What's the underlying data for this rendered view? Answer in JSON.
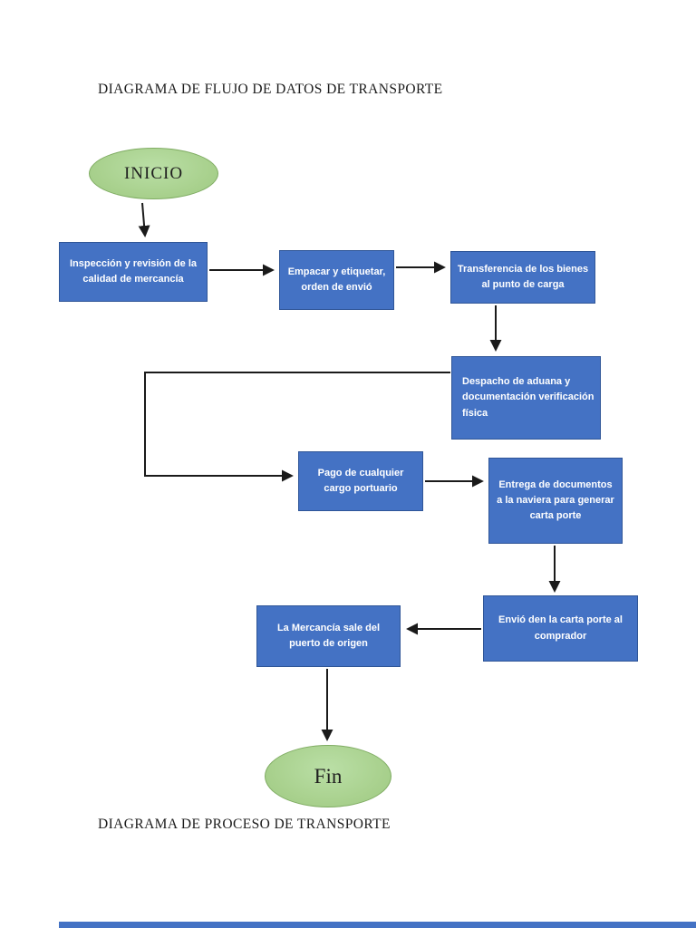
{
  "page": {
    "top_title": "DIAGRAMA DE FLUJO DE DATOS DE TRANSPORTE",
    "bottom_title": "DIAGRAMA DE PROCESO DE TRANSPORTE"
  },
  "flowchart": {
    "start": {
      "label": "INICIO"
    },
    "end": {
      "label": "Fin"
    },
    "steps": [
      {
        "label": "Inspección y revisión de la calidad de mercancía"
      },
      {
        "label": "Empacar y etiquetar, orden de envió"
      },
      {
        "label": "Transferencia de los bienes al punto de carga"
      },
      {
        "label": "Despacho de aduana y documentación verificación física"
      },
      {
        "label": "Pago de cualquier cargo portuario"
      },
      {
        "label": "Entrega de documentos a la naviera para generar carta porte"
      },
      {
        "label": "Envió den la carta porte al comprador"
      },
      {
        "label": "La Mercancía sale del puerto de origen"
      }
    ]
  },
  "colors": {
    "box_fill": "#4472C4",
    "box_border": "#2F5597",
    "terminal_fill": "#A9D18E",
    "terminal_border": "#7FAC62",
    "connector": "#1A1A1A",
    "text_on_box": "#FFFFFF",
    "title_color": "#1C1C1C"
  }
}
